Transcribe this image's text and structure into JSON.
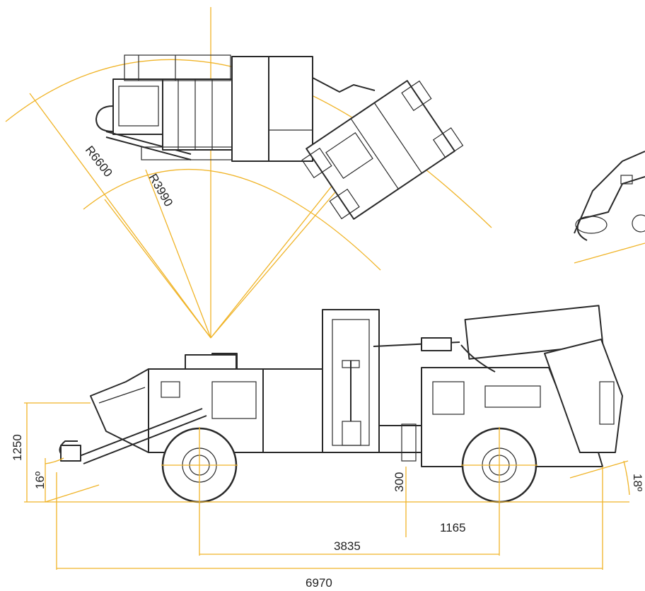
{
  "colors": {
    "dimension_lines": "#f0b428",
    "machine_lines": "#2a2a2a",
    "background": "#ffffff"
  },
  "top_view": {
    "outer_radius_label": "R6600",
    "inner_radius_label": "R3990"
  },
  "side_view": {
    "height_label": "1250",
    "front_angle_label": "16º",
    "rear_angle_label": "18º",
    "ground_clearance_label": "300",
    "rear_wheel_to_axle_label": "1165",
    "wheelbase_label": "3835",
    "overall_length_label": "6970"
  }
}
